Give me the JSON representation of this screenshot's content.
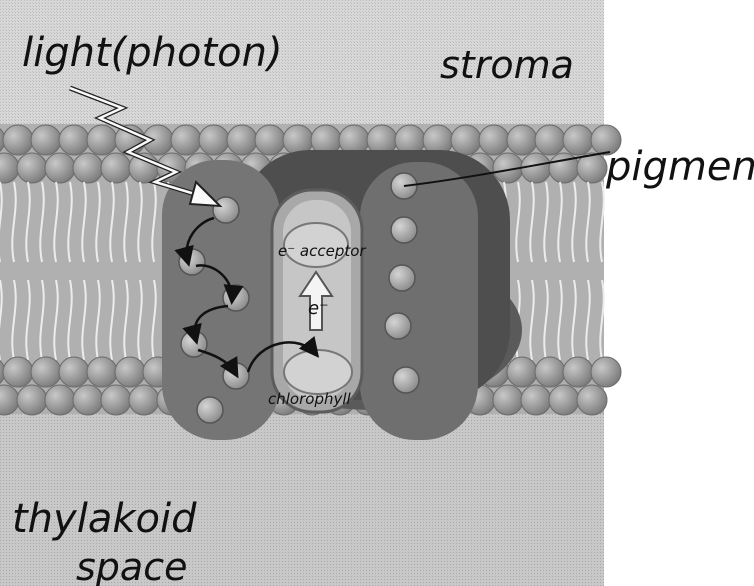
{
  "labels": {
    "light": "light(photon)",
    "stroma": "stroma",
    "pigment": "pigment",
    "acceptor": "e⁻ acceptor",
    "electron": "e⁻",
    "chlorophyll": "chlorophyll",
    "thylakoid_line1": "thylakoid",
    "thylakoid_line2": "space"
  },
  "colors": {
    "stroma": "#d6d6d6",
    "membrane": "#a9a9a9",
    "lipid_head": "#8f8f8f",
    "thylakoid_space": "#c9c9c9",
    "protein": "#6e6e6e",
    "protein_dark": "#4c4c4c",
    "pigment": "#b5b5b5",
    "reaction_center": "#c0c0c0"
  },
  "icons": [
    "lightning-icon",
    "up-arrow-icon",
    "curved-arrow-icon"
  ]
}
